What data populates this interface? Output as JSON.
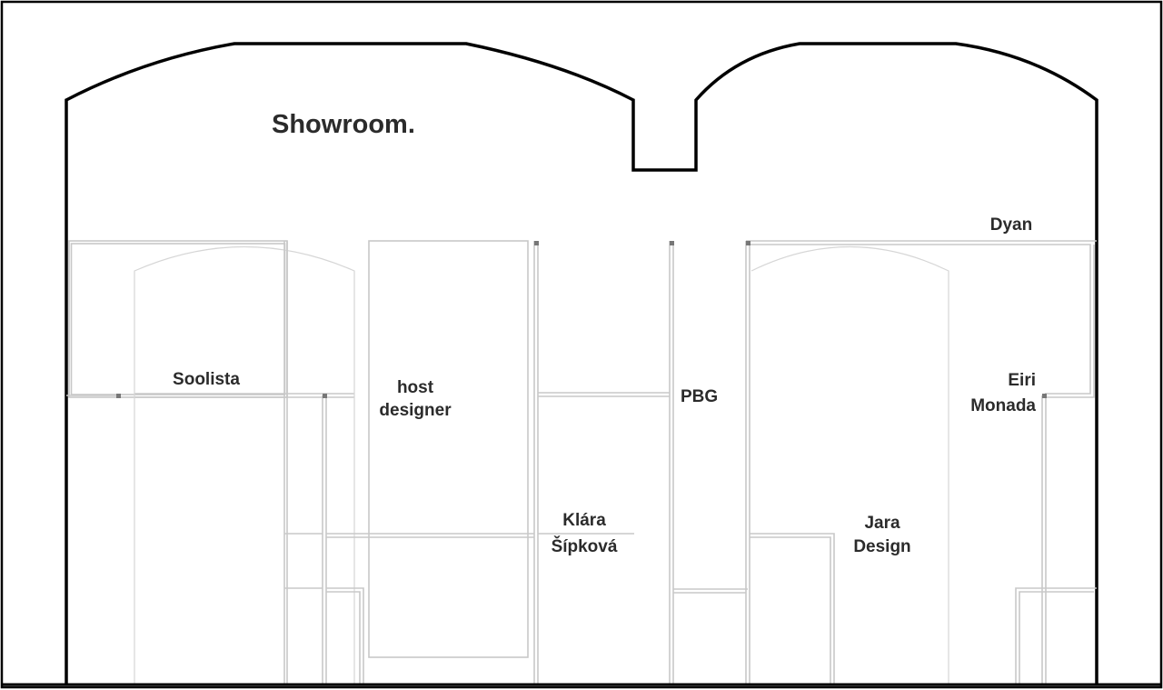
{
  "title": "Showroom.",
  "booths": {
    "soolista": "Soolista",
    "host_designer": [
      "host",
      "designer"
    ],
    "pbg": "PBG",
    "dyan": "Dyan",
    "eiri_monada": [
      "Eiri",
      "Monada"
    ],
    "klara_sipkova": [
      "Klára",
      "Šípková"
    ],
    "jara_design": [
      "Jara",
      "Design"
    ]
  }
}
